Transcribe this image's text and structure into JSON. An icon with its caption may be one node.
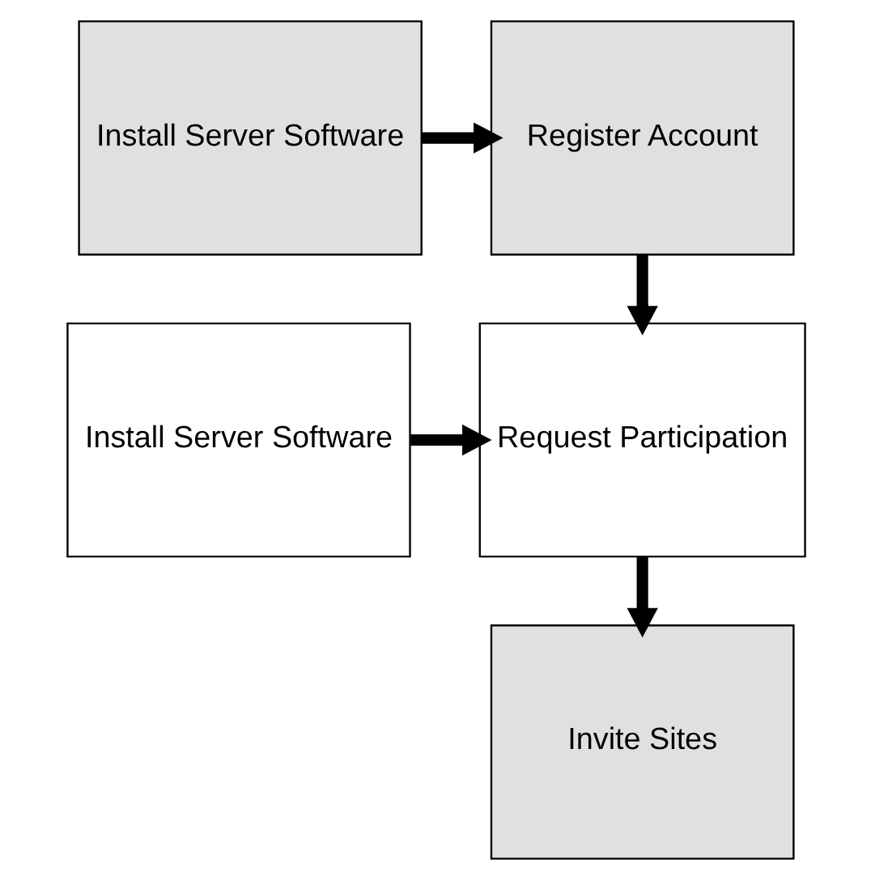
{
  "diagram": {
    "nodes": [
      {
        "text": [
          "Install Server Software"
        ]
      },
      {
        "text": [
          "Register Account"
        ]
      },
      {
        "text": [
          "Install Server Software"
        ]
      },
      {
        "text": [
          "Request Participation"
        ]
      },
      {
        "text": [
          "Invite Sites"
        ]
      }
    ],
    "edges": [
      {
        "from": 0,
        "to": 1,
        "arrow": "to"
      },
      {
        "from": 1,
        "to": 3,
        "arrow": "to"
      },
      {
        "from": 2,
        "to": 3,
        "arrow": "to"
      },
      {
        "from": 3,
        "to": 4,
        "arrow": "to"
      }
    ]
  }
}
